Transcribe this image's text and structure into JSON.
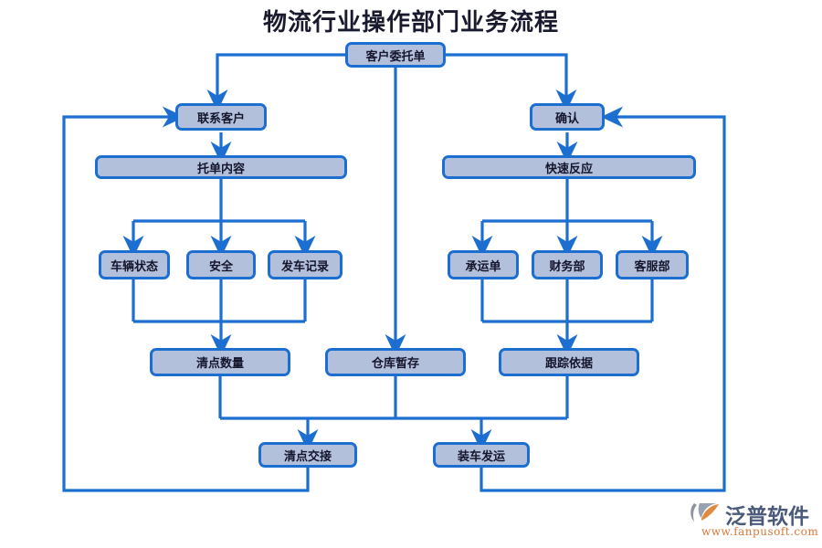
{
  "title": "物流行业操作部门业务流程",
  "theme": {
    "node_fill": "#b3c0dc",
    "node_border": "#1c6fd0",
    "wire": "#1c6fd0",
    "title_color": "#1a1a2e",
    "logo_text_color": "#4a5a7a",
    "logo_url_color": "#d9793a"
  },
  "nodes": {
    "order": "客户委托单",
    "contact": "联系客户",
    "confirm": "确认",
    "order_content": "托单内容",
    "fast_response": "快速反应",
    "vehicle_status": "车辆状态",
    "safety": "安全",
    "departure_record": "发车记录",
    "carrier_note": "承运单",
    "finance_dept": "财务部",
    "service_dept": "客服部",
    "count_qty": "清点数量",
    "warehouse_temp": "仓库暂存",
    "tracking_basis": "跟踪依据",
    "count_handover": "清点交接",
    "load_dispatch": "装车发运"
  },
  "logo": {
    "name": "泛普软件",
    "url": "www.fanpusoft.com"
  }
}
